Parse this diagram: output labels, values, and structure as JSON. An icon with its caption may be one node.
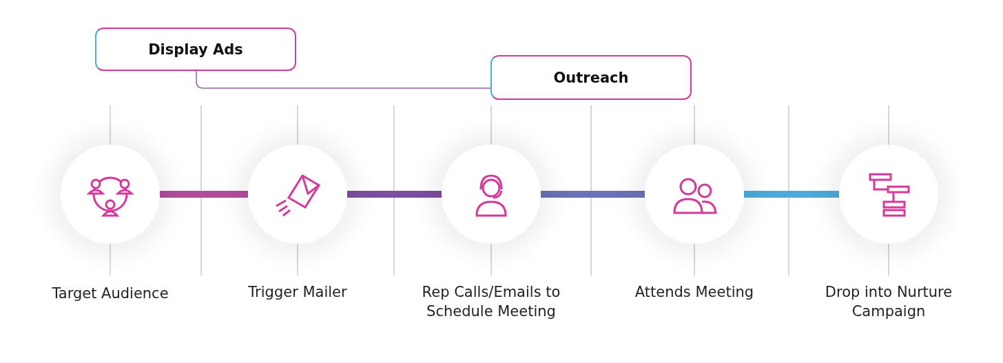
{
  "diagram": {
    "nodes": [
      {
        "text": [
          "Display Ads"
        ]
      },
      {
        "text": [
          "Outreach"
        ]
      },
      {
        "text": [],
        "shape": "circle",
        "beside": [
          "Target Audience"
        ]
      },
      {
        "text": [],
        "shape": "circle",
        "beside": [
          "Trigger Mailer"
        ]
      },
      {
        "text": [],
        "shape": "circle",
        "beside": [
          "Rep Calls/Emails to Schedule Meeting"
        ]
      },
      {
        "text": [],
        "shape": "circle",
        "beside": [
          "Attends Meeting"
        ]
      },
      {
        "text": [],
        "shape": "circle",
        "beside": [
          "Drop into Nurture Campaign"
        ]
      }
    ],
    "edges": [
      {
        "from": 0,
        "to": 1,
        "arrow": "none"
      },
      {
        "from": 2,
        "to": 3,
        "arrow": "none",
        "color": "#b04d9b"
      },
      {
        "from": 3,
        "to": 4,
        "arrow": "none",
        "color": "#7b4f9e"
      },
      {
        "from": 4,
        "to": 5,
        "arrow": "none",
        "color": "#6a72b5"
      },
      {
        "from": 5,
        "to": 6,
        "arrow": "none",
        "color": "#4aaad8"
      }
    ]
  }
}
